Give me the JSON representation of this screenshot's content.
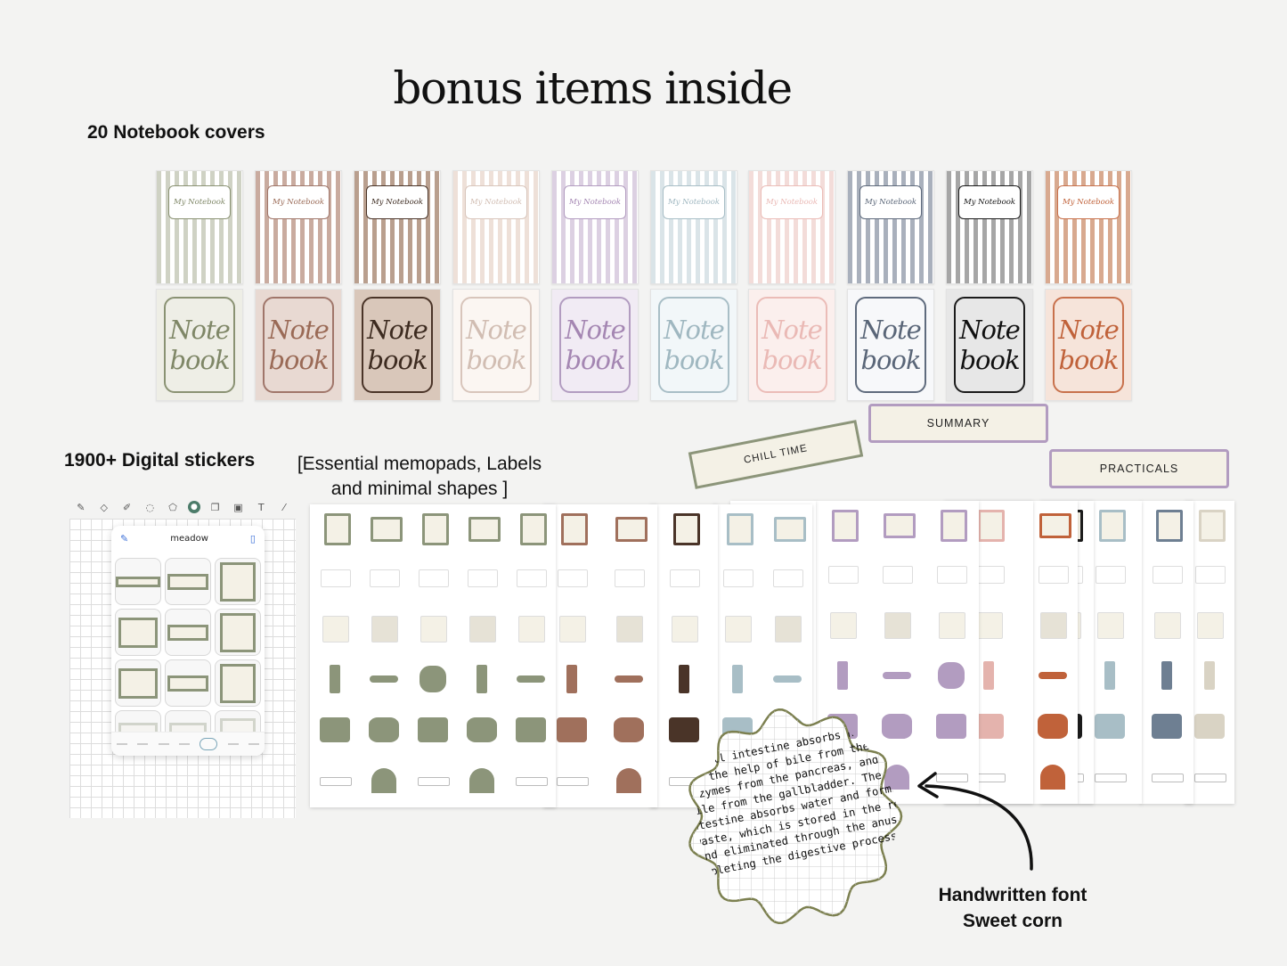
{
  "headline": "bonus items inside",
  "covers": {
    "title": "20 Notebook covers",
    "top_label": "My Notebook",
    "bottom_line1": "Note",
    "bottom_line2": "book",
    "palettes": [
      {
        "stripe": "#cfd2c4",
        "paper": "#eeeee6",
        "ink": "#7f8767",
        "frame": "#8a9273"
      },
      {
        "stripe": "#c9ab9f",
        "paper": "#e8d9d2",
        "ink": "#9a6a56",
        "frame": "#a0766a"
      },
      {
        "stripe": "#b99f8e",
        "paper": "#d9c7ba",
        "ink": "#3d2b20",
        "frame": "#4a3428"
      },
      {
        "stripe": "#eee0d8",
        "paper": "#fbf6f2",
        "ink": "#d1bdb2",
        "frame": "#d8c5bb"
      },
      {
        "stripe": "#dcd0e2",
        "paper": "#f1ebf4",
        "ink": "#a486b2",
        "frame": "#b29cc0"
      },
      {
        "stripe": "#dae4e8",
        "paper": "#f2f7f9",
        "ink": "#9fb7c0",
        "frame": "#a8bec6"
      },
      {
        "stripe": "#f3dcd9",
        "paper": "#fbefed",
        "ink": "#eab9b5",
        "frame": "#ebbcb7"
      },
      {
        "stripe": "#a9b0bc",
        "paper": "#f7f8fa",
        "ink": "#5a6678",
        "frame": "#5f6b7d"
      },
      {
        "stripe": "#a6a6a6",
        "paper": "#e7e7e7",
        "ink": "#111111",
        "frame": "#1b1b1b"
      },
      {
        "stripe": "#d8a98f",
        "paper": "#f6e4da",
        "ink": "#c0623a",
        "frame": "#c8714c"
      }
    ]
  },
  "labels": {
    "summary": "SUMMARY",
    "chill": "CHILL TIME",
    "practicals": "PRACTICALS"
  },
  "stickers": {
    "title": "1900+ Digital stickers",
    "subtitle_line1": "[Essential memopads, Labels",
    "subtitle_line2": "and minimal shapes ]",
    "panel_title": "meadow",
    "toolbar_icons": [
      "pen-icon",
      "eraser-icon",
      "highlighter-icon",
      "lasso-icon",
      "shapes-icon",
      "sticker-icon",
      "copy-icon",
      "image-icon",
      "text-icon",
      "link-icon"
    ],
    "colors": [
      "#8c957a",
      "#a0705c",
      "#4a3428",
      "#f4f1e6",
      "#b29cc0",
      "#a8bec6",
      "#e4b3ad",
      "#5f6b7d",
      "#1b1b1b",
      "#c0623a"
    ]
  },
  "handwritten": {
    "lines": [
      "small intestine absorbs nutr",
      "ith the help of bile from the live",
      "enzymes from the pancreas, and sto",
      "bile from the gallbladder. The large",
      "ntestine absorbs water and forms",
      "waste, which is stored in the rectur",
      "and eliminated through the anus,",
      "mpleting the digestive process."
    ],
    "caption_line1": "Handwritten font",
    "caption_line2": "Sweet corn"
  }
}
